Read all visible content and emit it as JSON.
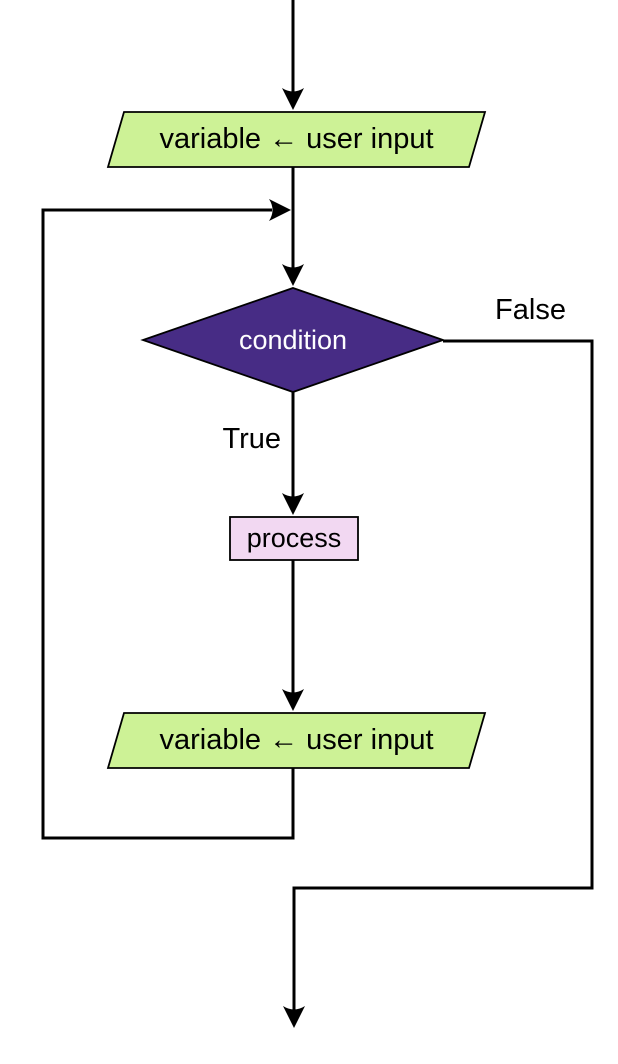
{
  "diagram": {
    "type": "flowchart",
    "title": "loop with user input flowchart",
    "nodes": [
      {
        "id": "input-top",
        "shape": "parallelogram",
        "label": "variable ← user input",
        "fill": "#cdf296",
        "text_color": "#000000"
      },
      {
        "id": "condition",
        "shape": "diamond",
        "label": "condition",
        "fill": "#472c85",
        "text_color": "#ffffff"
      },
      {
        "id": "process",
        "shape": "rectangle",
        "label": "process",
        "fill": "#f2d8f2",
        "text_color": "#000000"
      },
      {
        "id": "input-bottom",
        "shape": "parallelogram",
        "label": "variable ← user input",
        "fill": "#cdf296",
        "text_color": "#000000"
      }
    ],
    "edges": [
      {
        "from": "start",
        "to": "input-top",
        "label": ""
      },
      {
        "from": "input-top",
        "to": "condition",
        "label": ""
      },
      {
        "from": "condition",
        "to": "process",
        "label": "True"
      },
      {
        "from": "condition",
        "to": "exit",
        "label": "False"
      },
      {
        "from": "process",
        "to": "input-bottom",
        "label": ""
      },
      {
        "from": "input-bottom",
        "to": "condition",
        "label": ""
      }
    ],
    "edge_labels": {
      "true_label": "True",
      "false_label": "False"
    },
    "colors": {
      "line": "#000000",
      "background": "#ffffff",
      "input_fill": "#cdf296",
      "condition_fill": "#472c85",
      "process_fill": "#f2d8f2"
    }
  }
}
